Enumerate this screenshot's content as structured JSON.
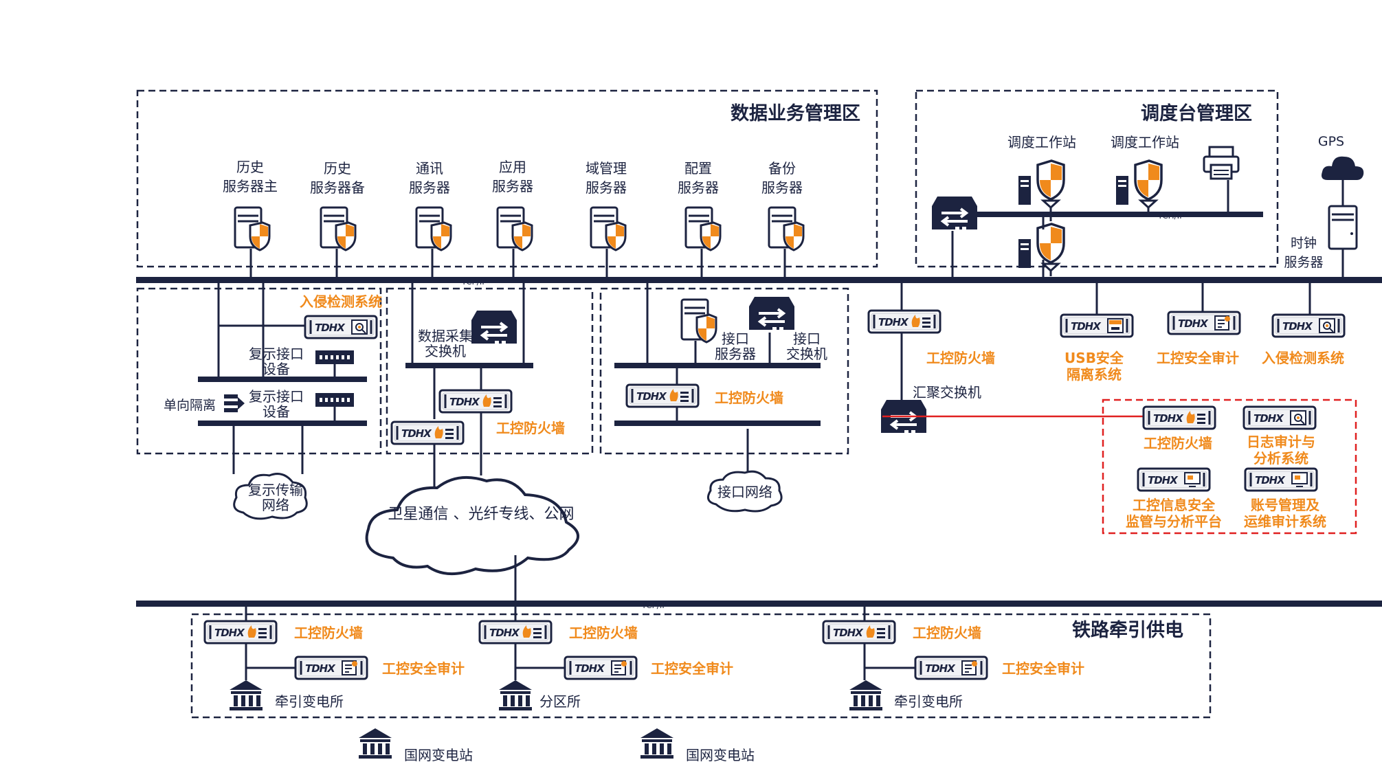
{
  "zones": {
    "data_mgmt": "数据业务管理区",
    "dispatch": "调度台管理区",
    "railway": "铁路牵引供电"
  },
  "bus_label": "TCP/IP",
  "dispatch_bus_label": "TCH/IP",
  "servers": [
    {
      "l1": "历史",
      "l2": "服务器主"
    },
    {
      "l1": "历史",
      "l2": "服务器备"
    },
    {
      "l1": "通讯",
      "l2": "服务器"
    },
    {
      "l1": "应用",
      "l2": "服务器"
    },
    {
      "l1": "域管理",
      "l2": "服务器"
    },
    {
      "l1": "配置",
      "l2": "服务器"
    },
    {
      "l1": "备份",
      "l2": "服务器"
    }
  ],
  "dispatch_items": {
    "ws1": "调度工作站",
    "ws2": "调度工作站",
    "gps": "GPS",
    "clock_l1": "时钟",
    "clock_l2": "服务器"
  },
  "brand": "TDHX",
  "left_block": {
    "ids": "入侵检测系统",
    "dev1_l1": "复示接口",
    "dev1_l2": "设备",
    "dev2_l1": "复示接口",
    "dev2_l2": "设备",
    "oneway": "单向隔离",
    "net_l1": "复示传输",
    "net_l2": "网络"
  },
  "mid_block": {
    "switch_l1": "数据采集",
    "switch_l2": "交换机",
    "firewall": "工控防火墙",
    "cloud": "卫星通信 、光纤专线、公网"
  },
  "iface_block": {
    "server_l1": "接口",
    "server_l2": "服务器",
    "switch_l1": "接口",
    "switch_l2": "交换机",
    "firewall": "工控防火墙",
    "net": "接口网络"
  },
  "right_block": {
    "firewall": "工控防火墙",
    "agg_switch": "汇聚交换机",
    "usb_l1": "USB安全",
    "usb_l2": "隔离系统",
    "audit": "工控安全审计",
    "ids": "入侵检测系统"
  },
  "red_box": {
    "firewall": "工控防火墙",
    "log_l1": "日志审计与",
    "log_l2": "分析系统",
    "monitor_l1": "工控信息安全",
    "monitor_l2": "监管与分析平台",
    "account_l1": "账号管理及",
    "account_l2": "运维审计系统"
  },
  "railway_sites": [
    {
      "firewall": "工控防火墙",
      "audit": "工控安全审计",
      "site": "牵引变电所"
    },
    {
      "firewall": "工控防火墙",
      "audit": "工控安全审计",
      "site": "分区所"
    },
    {
      "firewall": "工控防火墙",
      "audit": "工控安全审计",
      "site": "牵引变电所"
    }
  ],
  "grid": [
    "国网变电站",
    "国网变电站"
  ],
  "colors": {
    "navy": "#1c2340",
    "orange": "#f08a1c",
    "red": "#e02020"
  }
}
